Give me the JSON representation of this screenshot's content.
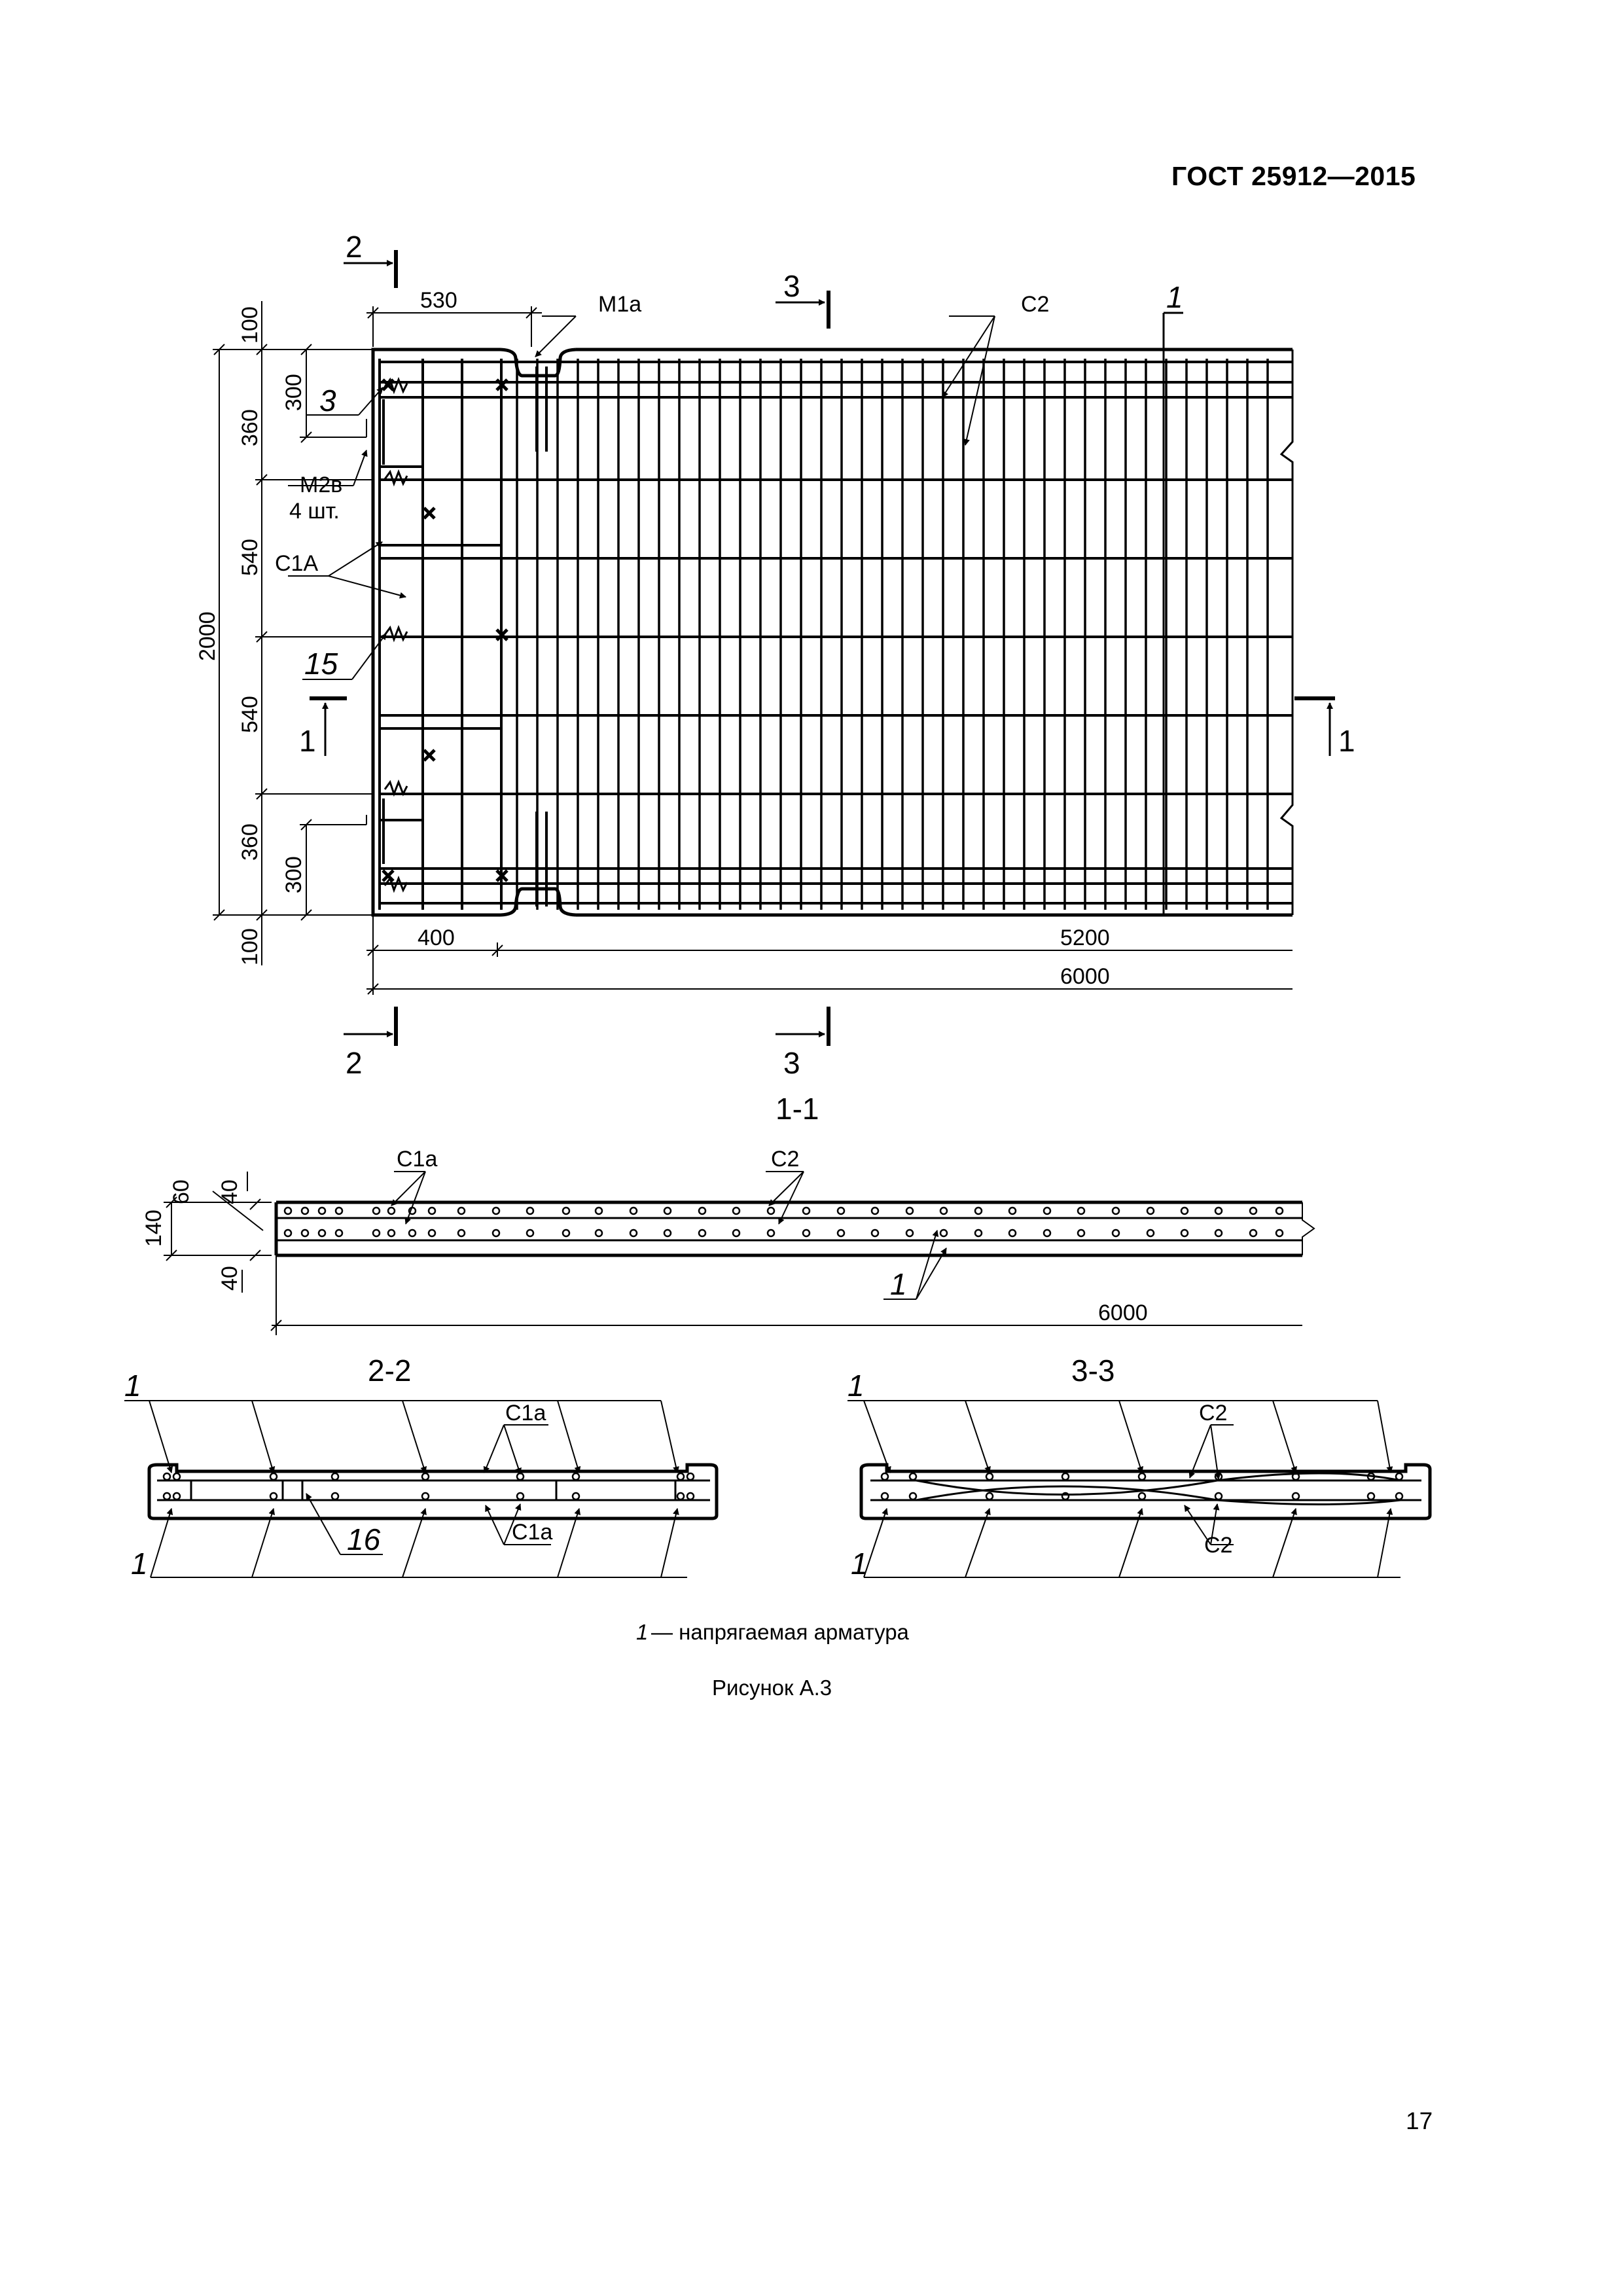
{
  "header": {
    "standard": "ГОСТ 25912—2015"
  },
  "plan": {
    "section_marks": {
      "s1": "1",
      "s2": "2",
      "s3": "3"
    },
    "dims": {
      "d100": "100",
      "d300": "300",
      "d360": "360",
      "d540": "540",
      "d2000": "2000",
      "d530": "530",
      "d400": "400",
      "d5200": "5200",
      "d6000": "6000"
    },
    "labels": {
      "m1a": "М1а",
      "c2": "С2",
      "pos1": "1",
      "pos3": "3",
      "m2v": "М2в",
      "m2v_qty": "4 шт.",
      "c1a_cap": "С1А",
      "pos15": "15"
    }
  },
  "section_1_1": {
    "title": "1-1",
    "labels": {
      "c1a": "С1а",
      "c2": "С2",
      "pos1": "1"
    },
    "dims": {
      "d60": "60",
      "d40": "40",
      "d140": "140",
      "d6000": "6000"
    }
  },
  "section_2_2": {
    "title": "2-2",
    "labels": {
      "pos1": "1",
      "c1a": "С1а",
      "pos16": "16"
    }
  },
  "section_3_3": {
    "title": "3-3",
    "labels": {
      "pos1": "1",
      "c2": "С2"
    }
  },
  "legend": {
    "num": "1",
    "text": "— напрягаемая арматура"
  },
  "caption": "Рисунок А.3",
  "page_number": "17"
}
